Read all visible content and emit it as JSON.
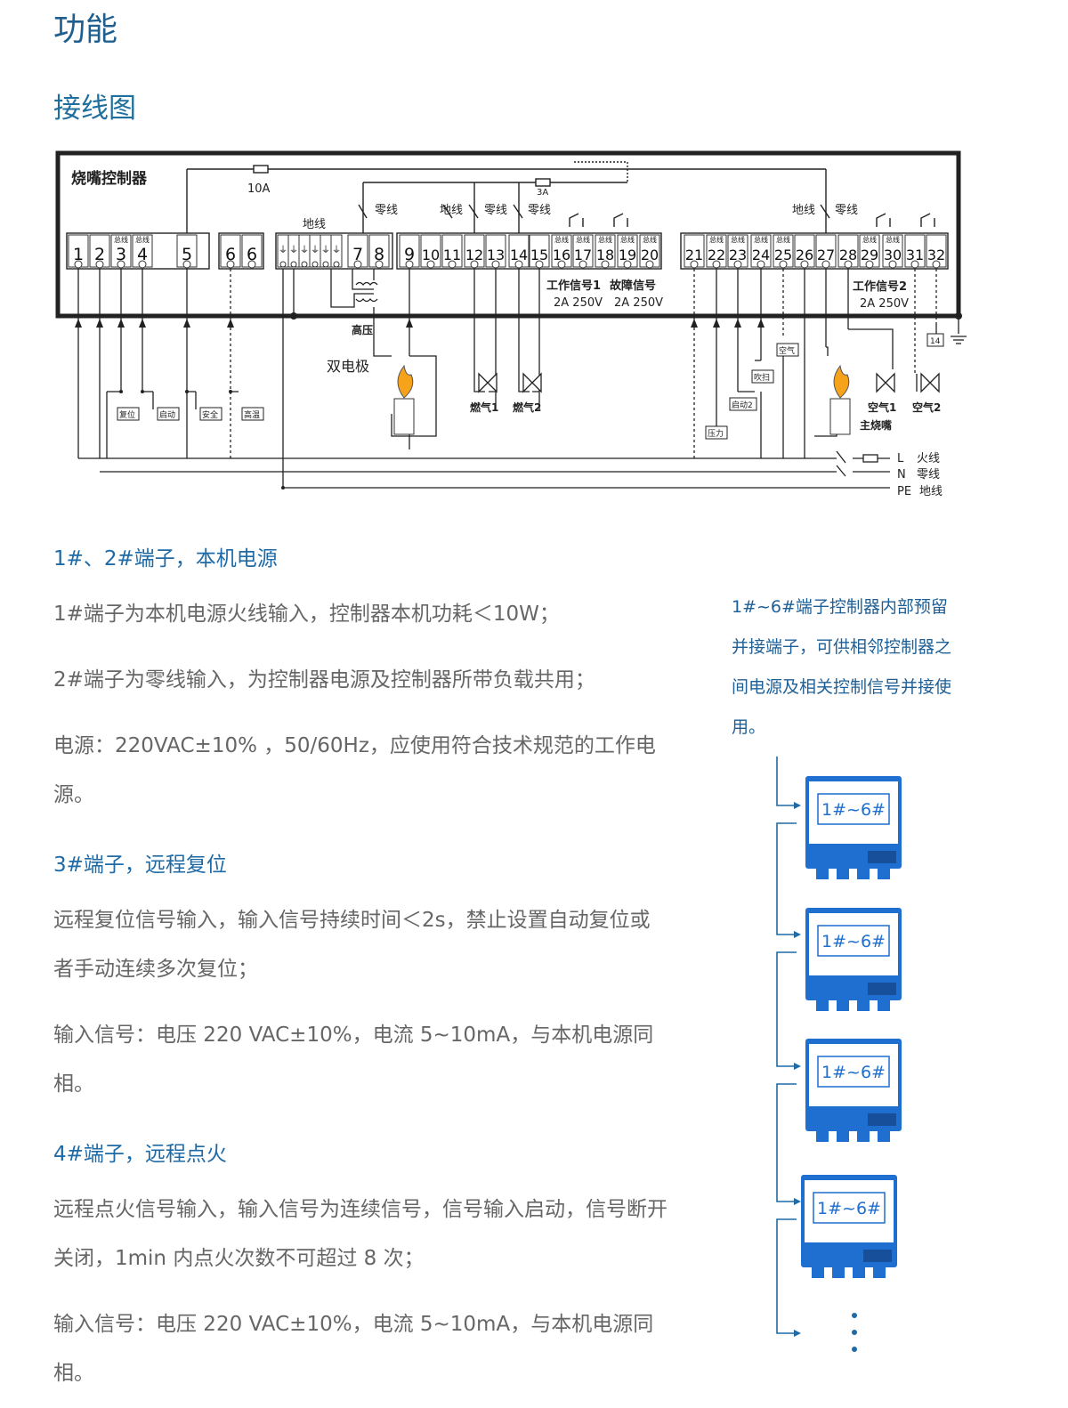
{
  "header": {
    "title": "功能",
    "subtitle": "接线图"
  },
  "diagram": {
    "controller_title": "烧嘴控制器",
    "fuse_main": "10A",
    "fuse_small": "3A",
    "terminals": [
      "1",
      "2",
      "3",
      "4",
      "5",
      "6",
      "6",
      "⏚",
      "⏚",
      "⏚",
      "⏚",
      "⏚",
      "⏚",
      "7",
      "8",
      "9",
      "10",
      "11",
      "12",
      "13",
      "14",
      "15",
      "16",
      "17",
      "18",
      "19",
      "20",
      "21",
      "22",
      "23",
      "24",
      "25",
      "26",
      "27",
      "28",
      "29",
      "30",
      "31",
      "32"
    ],
    "bus_tag": "总线",
    "labels": {
      "ground1": "地线",
      "neutral1": "零线",
      "ground2": "地线",
      "neutral2": "零线",
      "neutral3": "零线",
      "ground3": "地线",
      "neutral4": "零线",
      "work_signal1": "工作信号1",
      "fault_signal": "故障信号",
      "rating1": "2A 250V",
      "rating2": "2A 250V",
      "work_signal2": "工作信号2",
      "rating3": "2A 250V",
      "high_voltage": "高压",
      "double_electrode": "双电极",
      "gas1": "燃气1",
      "gas2": "燃气2",
      "air_box": "空气",
      "purge_box": "吹扫",
      "start2_box": "启动2",
      "pressure_box": "压力",
      "main_burner": "主烧嘴",
      "air1": "空气1",
      "air2": "空气2",
      "reset_box": "复位",
      "start_box": "启动",
      "safety_box": "安全",
      "hightemp_box": "高温",
      "tag14": "14"
    },
    "power": {
      "L": "L",
      "L_name": "火线",
      "N": "N",
      "N_name": "零线",
      "PE": "PE",
      "PE_name": "地线"
    }
  },
  "sections": [
    {
      "title": "1#、2#端子，本机电源",
      "paras": [
        "1#端子为本机电源火线输入，控制器本机功耗＜10W；",
        "2#端子为零线输入，为控制器电源及控制器所带负载共用；",
        "电源：220VAC±10% ，50/60Hz，应使用符合技术规范的工作电源。"
      ]
    },
    {
      "title": "3#端子，远程复位",
      "paras": [
        "远程复位信号输入，输入信号持续时间＜2s，禁止设置自动复位或者手动连续多次复位；",
        "输入信号：电压 220 VAC±10%，电流 5~10mA，与本机电源同相。"
      ]
    },
    {
      "title": "4#端子，远程点火",
      "paras": [
        "远程点火信号输入，输入信号为连续信号，信号输入启动，信号断开关闭，1min 内点火次数不可超过 8 次；",
        "输入信号：电压 220 VAC±10%，电流 5~10mA，与本机电源同相。"
      ]
    }
  ],
  "side_note": "1#~6#端子控制器内部预留并接端子，可供相邻控制器之间电源及相关控制信号并接使用。",
  "device_label": "1#~6#",
  "colors": {
    "accent": "#1e6aa6",
    "device_blue": "#1f6fd1"
  }
}
